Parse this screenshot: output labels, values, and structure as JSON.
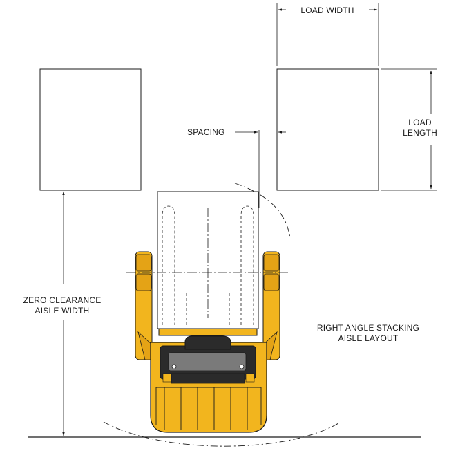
{
  "labels": {
    "load_width": "LOAD WIDTH",
    "load_length_line1": "LOAD",
    "load_length_line2": "LENGTH",
    "spacing": "SPACING",
    "aisle_width_line1": "ZERO CLEARANCE",
    "aisle_width_line2": "AISLE WIDTH",
    "layout_line1": "RIGHT ANGLE STACKING",
    "layout_line2": "AISLE LAYOUT"
  },
  "colors": {
    "line": "#1a1a1a",
    "truck_body": "#f2b51e",
    "truck_dark": "#2b2b2b",
    "truck_mid": "#7a7a7a"
  }
}
